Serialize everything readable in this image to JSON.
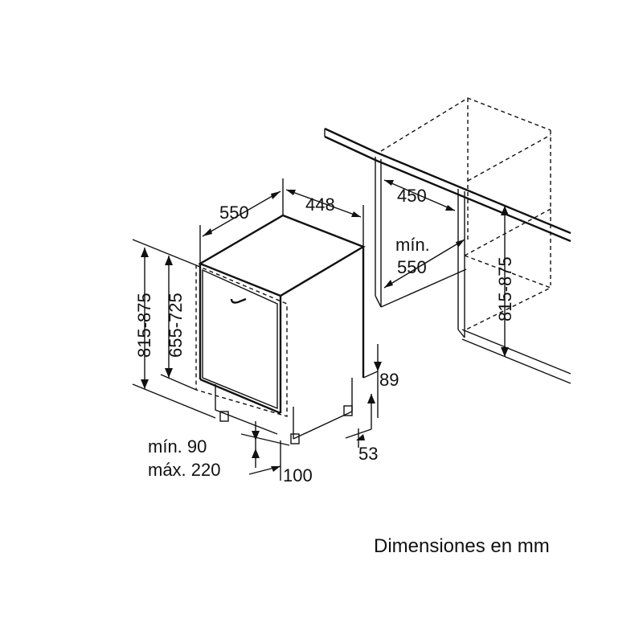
{
  "labels": {
    "depth_550": "550",
    "width_448": "448",
    "niche_width_450": "450",
    "niche_depth_min_line1": "mín.",
    "niche_depth_min_line2": "550",
    "height_815_875_left": "815-875",
    "door_height_655_725": "655-725",
    "height_815_875_right": "815-875",
    "plinth_89": "89",
    "foot_53": "53",
    "plinth_min_90": "mín. 90",
    "plinth_max_220": "máx. 220",
    "plinth_depth_100": "100"
  },
  "caption": "Dimensiones en mm"
}
